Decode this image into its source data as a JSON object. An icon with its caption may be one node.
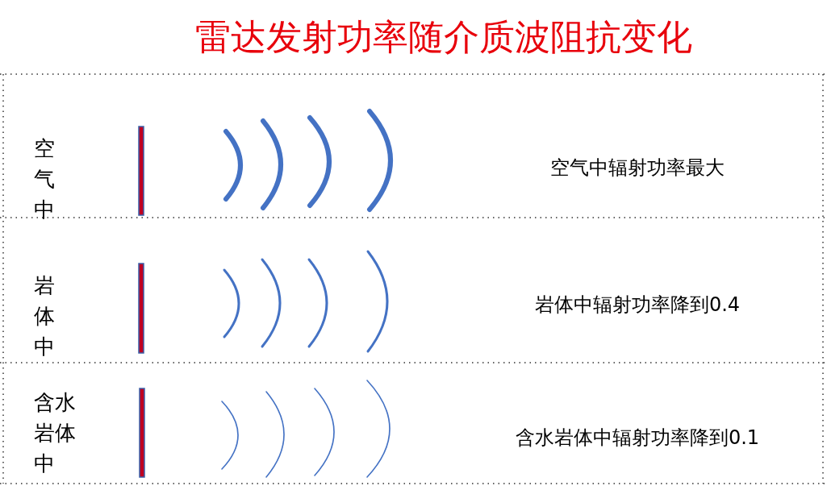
{
  "diagram": {
    "title": "雷达发射功率随介质波阻抗变化",
    "labels": [
      "空气中",
      "空气中辐射功率最大",
      "岩体中",
      "岩体中辐射功率降到0.4",
      "含水岩体中",
      "含水岩体中辐射功率降到0.1"
    ]
  }
}
